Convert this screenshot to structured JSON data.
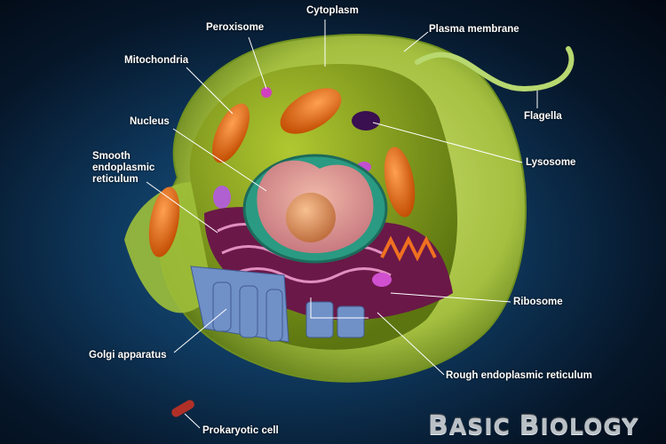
{
  "labels": {
    "cytoplasm": "Cytoplasm",
    "peroxisome": "Peroxisome",
    "plasma_membrane": "Plasma membrane",
    "mitochondria": "Mitochondria",
    "flagella": "Flagella",
    "nucleus": "Nucleus",
    "lysosome": "Lysosome",
    "smooth_er_1": "Smooth",
    "smooth_er_2": "endoplasmic",
    "smooth_er_3": "reticulum",
    "ribosome": "Ribosome",
    "golgi": "Golgi apparatus",
    "rough_er": "Rough endoplasmic reticulum",
    "prokaryotic": "Prokaryotic cell"
  },
  "logo": {
    "first_initial": "B",
    "first_rest": "ASIC",
    "second_initial": "B",
    "second_rest": "IOLOGY"
  },
  "colors": {
    "membrane": "#9fbf3a",
    "cytoplasm": "#8fb02a",
    "mitochondria": "#e86a10",
    "nucleus": "#2a9a82",
    "lysosome": "#4a1560",
    "peroxisome": "#d040c0",
    "golgi": "#6f8fc0",
    "rough_er": "#8a2060"
  }
}
